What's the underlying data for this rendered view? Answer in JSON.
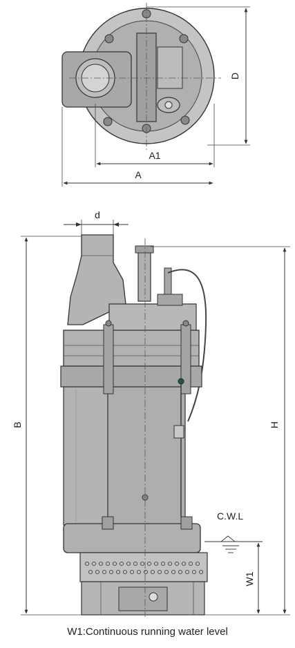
{
  "top_view": {
    "label_a": "A",
    "label_a1": "A1",
    "label_d_upper": "D"
  },
  "side_view": {
    "label_d": "d",
    "label_b": "B",
    "label_h": "H",
    "label_cwl": "C.W.L",
    "label_w1": "W1"
  },
  "caption": "W1:Continuous running water level",
  "colors": {
    "body": "#b4b4b4",
    "body_dark": "#9a9a9a",
    "line": "#333333",
    "dim": "#444444"
  }
}
